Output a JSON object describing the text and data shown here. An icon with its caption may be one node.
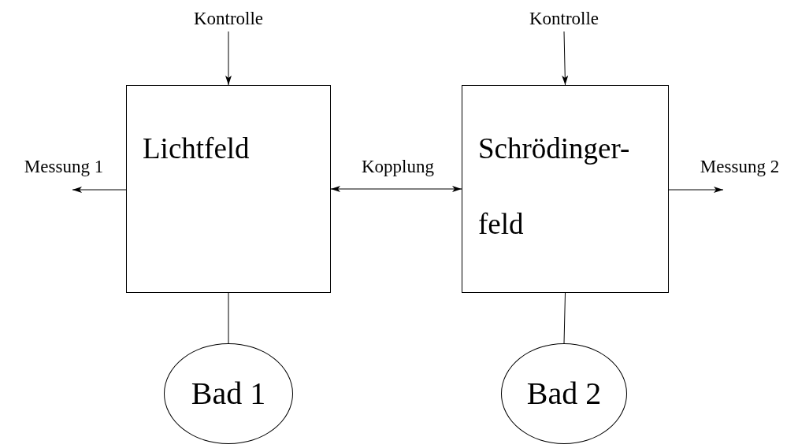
{
  "diagram": {
    "nodes": [
      {
        "text": [
          "Kontrolle"
        ]
      },
      {
        "text": [
          "Lichtfeld"
        ]
      },
      {
        "text": [
          "Bad 1"
        ]
      },
      {
        "text": [
          "Kontrolle"
        ]
      },
      {
        "text": [
          "Schrödinger- feld"
        ]
      },
      {
        "text": [
          "Bad 2"
        ]
      }
    ],
    "edges": [
      {
        "from": 0,
        "to": 1,
        "arrow": "to"
      },
      {
        "from": 1,
        "to": null,
        "arrow": "to",
        "label": "Messung 1"
      },
      {
        "from": 1,
        "to": 4,
        "arrow": "both",
        "label": "Kopplung"
      },
      {
        "from": 1,
        "to": 2,
        "arrow": "none"
      },
      {
        "from": 3,
        "to": 4,
        "arrow": "to"
      },
      {
        "from": 4,
        "to": null,
        "arrow": "to",
        "label": "Messung 2"
      },
      {
        "from": 4,
        "to": 5,
        "arrow": "none"
      }
    ]
  }
}
